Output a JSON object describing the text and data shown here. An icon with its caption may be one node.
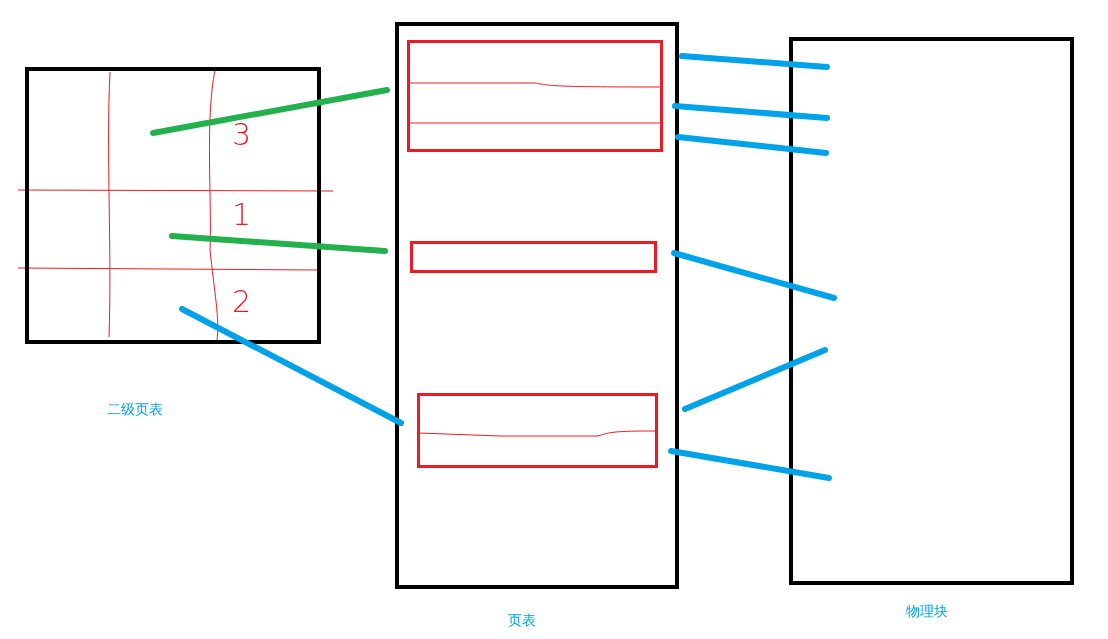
{
  "diagram": {
    "nodes": [
      {
        "text": [
          "二级页表"
        ]
      },
      {
        "text": [
          "页表"
        ]
      },
      {
        "text": [
          "物理块"
        ]
      },
      {
        "text": [],
        "shape": "box",
        "in": 1
      },
      {
        "text": [],
        "shape": "box",
        "in": 1
      },
      {
        "text": [],
        "shape": "box",
        "in": 1
      }
    ],
    "edges": [
      {
        "from": 0,
        "to": 3,
        "arrow": "none",
        "color": "#22b14c"
      },
      {
        "from": 0,
        "to": 4,
        "arrow": "none",
        "color": "#22b14c"
      },
      {
        "from": 0,
        "to": 5,
        "arrow": "none"
      },
      {
        "from": 3,
        "to": 2,
        "arrow": "none"
      },
      {
        "from": 3,
        "to": 2,
        "arrow": "none"
      },
      {
        "from": 3,
        "to": 2,
        "arrow": "none"
      },
      {
        "from": 4,
        "to": 2,
        "arrow": "none"
      },
      {
        "from": 5,
        "to": 2,
        "arrow": "none"
      },
      {
        "from": 5,
        "to": 2,
        "arrow": "none"
      }
    ],
    "labels": [
      "3",
      "1",
      "2"
    ]
  }
}
